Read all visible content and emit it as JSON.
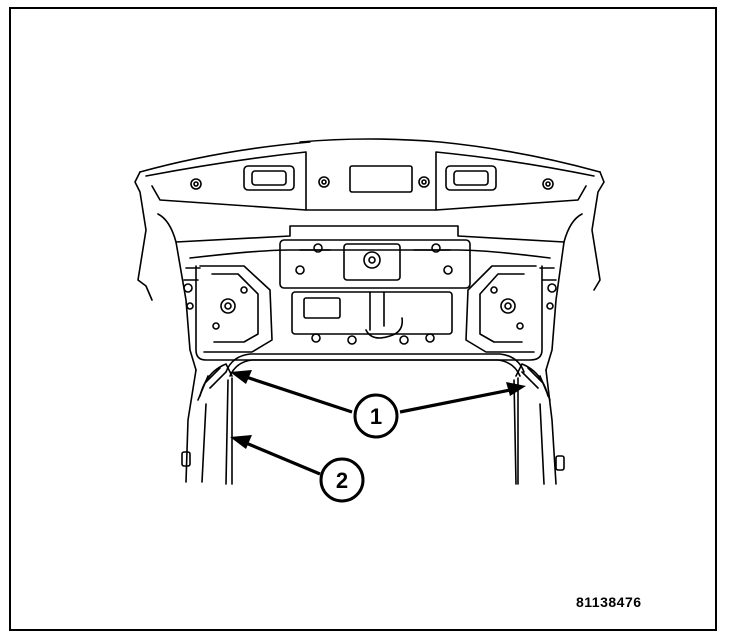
{
  "figure_id": "81138476",
  "callouts": [
    {
      "label": "1"
    },
    {
      "label": "2"
    }
  ],
  "colors": {
    "line": "#000000",
    "background": "#ffffff"
  }
}
